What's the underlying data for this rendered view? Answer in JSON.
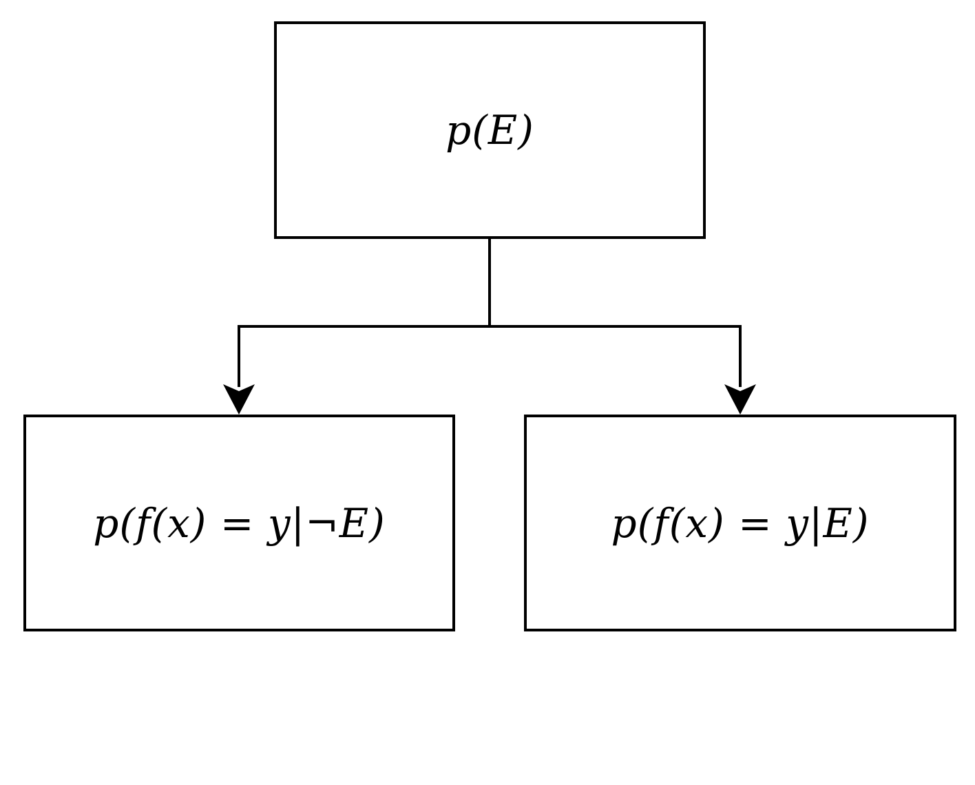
{
  "diagram": {
    "nodes": {
      "root": {
        "label": "p(E)"
      },
      "left": {
        "label": "p(f(x) = y|¬E)"
      },
      "right": {
        "label": "p(f(x) = y|E)"
      }
    },
    "edges": [
      {
        "from": "root",
        "to": "left"
      },
      {
        "from": "root",
        "to": "right"
      }
    ],
    "colors": {
      "stroke": "#000000",
      "fill": "#ffffff"
    }
  }
}
